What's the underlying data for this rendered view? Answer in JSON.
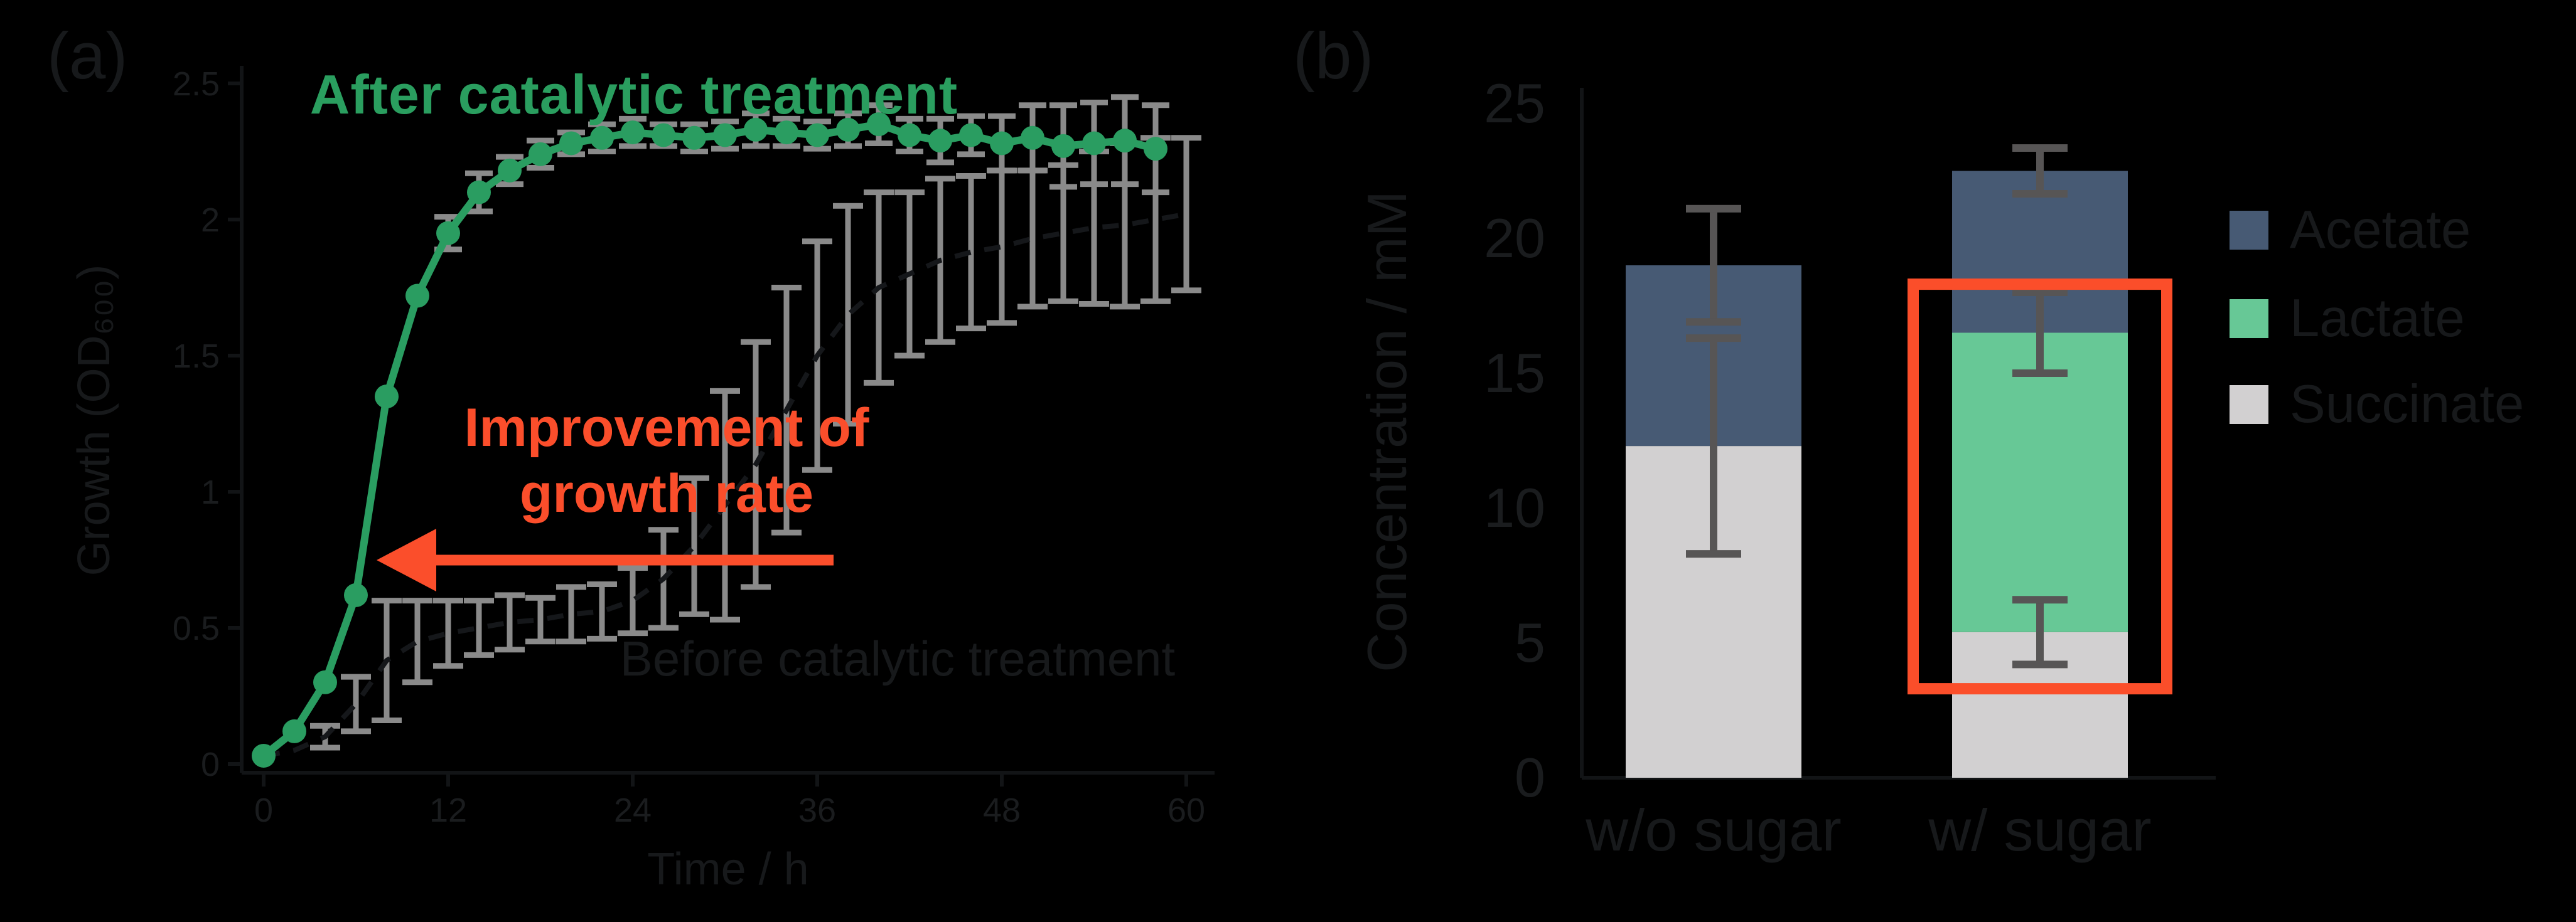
{
  "figure": {
    "background": "#000000",
    "text_color": "#17191b",
    "accent_orange": "#fb4e2b",
    "accent_green": "#2a9e5f"
  },
  "chart_data": [
    {
      "type": "line",
      "panel_label": "(a)",
      "xlabel": "Time / h",
      "ylabel": "Growth (OD₆₀₀)",
      "xlim": [
        0,
        62
      ],
      "xticks": [
        0,
        12,
        24,
        36,
        48,
        60
      ],
      "ylim": [
        0,
        2.6
      ],
      "yticks": [
        0,
        0.5,
        1,
        1.5,
        2,
        2.5
      ],
      "grid": false,
      "series": [
        {
          "name": "After catalytic treatment",
          "color": "#2a9d61",
          "marker": "circle",
          "error_color": "#8a8a8a",
          "x": [
            0,
            2,
            4,
            6,
            8,
            10,
            12,
            14,
            16,
            18,
            20,
            22,
            24,
            26,
            28,
            30,
            32,
            34,
            36,
            38,
            40,
            42,
            44,
            46,
            48,
            50,
            52,
            54,
            56,
            58
          ],
          "y": [
            0.03,
            0.12,
            0.3,
            0.62,
            1.35,
            1.72,
            1.95,
            2.1,
            2.18,
            2.24,
            2.28,
            2.3,
            2.32,
            2.31,
            2.3,
            2.31,
            2.33,
            2.32,
            2.31,
            2.33,
            2.35,
            2.31,
            2.29,
            2.31,
            2.28,
            2.3,
            2.27,
            2.28,
            2.29,
            2.26
          ],
          "err": [
            0,
            0,
            0,
            0,
            0,
            0,
            0.06,
            0.07,
            0.05,
            0.05,
            0.04,
            0.05,
            0.05,
            0.04,
            0.05,
            0.05,
            0.06,
            0.05,
            0.05,
            0.06,
            0.07,
            0.06,
            0.08,
            0.07,
            0.1,
            0.12,
            0.15,
            0.15,
            0.16,
            0.16
          ]
        },
        {
          "name": "Before catalytic treatment",
          "color": "#15171a",
          "dashed": true,
          "error_color": "#8a8a8a",
          "x": [
            0,
            2,
            4,
            6,
            8,
            10,
            12,
            14,
            16,
            18,
            20,
            22,
            24,
            26,
            28,
            30,
            32,
            34,
            36,
            38,
            40,
            42,
            44,
            46,
            48,
            50,
            52,
            54,
            56,
            58,
            60
          ],
          "y": [
            0.03,
            0.05,
            0.1,
            0.22,
            0.38,
            0.45,
            0.48,
            0.5,
            0.52,
            0.53,
            0.55,
            0.56,
            0.6,
            0.68,
            0.8,
            0.95,
            1.1,
            1.3,
            1.5,
            1.65,
            1.75,
            1.8,
            1.85,
            1.88,
            1.9,
            1.93,
            1.95,
            1.97,
            1.98,
            2.0,
            2.02
          ],
          "err": [
            0,
            0,
            0.04,
            0.1,
            0.22,
            0.15,
            0.12,
            0.1,
            0.1,
            0.08,
            0.1,
            0.1,
            0.12,
            0.18,
            0.25,
            0.42,
            0.45,
            0.45,
            0.42,
            0.4,
            0.35,
            0.3,
            0.3,
            0.28,
            0.28,
            0.25,
            0.25,
            0.28,
            0.3,
            0.3,
            0.28
          ]
        }
      ],
      "annotations": {
        "improvement": {
          "line1": "Improvement of",
          "line2": "growth rate",
          "color": "#fb4e2b"
        },
        "arrow": {
          "direction": "left",
          "color": "#fb4e2b"
        }
      }
    },
    {
      "type": "stacked-bar",
      "panel_label": "(b)",
      "ylabel": "Concentration / mM",
      "ylim": [
        0,
        25
      ],
      "yticks": [
        0,
        5,
        10,
        15,
        20,
        25
      ],
      "categories": [
        "w/o sugar",
        "w/ sugar"
      ],
      "error_color": "#575555",
      "bars": [
        {
          "label": "w/o sugar",
          "segments": [
            {
              "name": "Succinate",
              "value": 12.3,
              "color": "#d2d0d1"
            },
            {
              "name": "Acetate",
              "value": 6.7,
              "color": "#475a74"
            }
          ],
          "error_bars": [
            {
              "at": 12.3,
              "err": 4.0
            },
            {
              "at": 19.0,
              "err": 2.1
            }
          ]
        },
        {
          "label": "w/ sugar",
          "segments": [
            {
              "name": "Succinate",
              "value": 5.4,
              "color": "#d2d0d1"
            },
            {
              "name": "Lactate",
              "value": 11.1,
              "color": "#67c896"
            },
            {
              "name": "Acetate",
              "value": 6.0,
              "color": "#475a74"
            }
          ],
          "error_bars": [
            {
              "at": 5.4,
              "err": 1.2
            },
            {
              "at": 16.5,
              "err": 1.5
            },
            {
              "at": 22.5,
              "err": 0.85
            }
          ],
          "highlight": {
            "from": 3.3,
            "to": 18.3,
            "color": "#fb4e2a"
          }
        }
      ],
      "legend": [
        {
          "label": "Acetate",
          "color": "#475a74"
        },
        {
          "label": "Lactate",
          "color": "#67c896"
        },
        {
          "label": "Succinate",
          "color": "#d2d0d1"
        }
      ]
    }
  ]
}
